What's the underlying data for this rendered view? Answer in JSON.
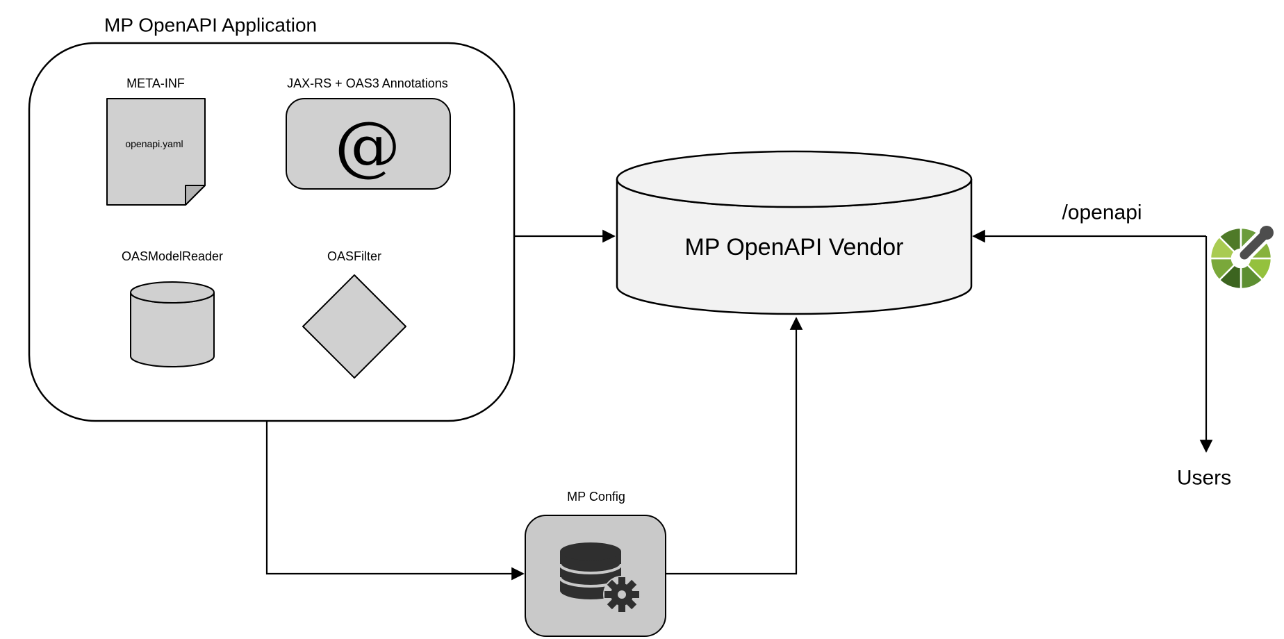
{
  "app": {
    "title": "MP OpenAPI Application",
    "meta_inf": {
      "label": "META-INF",
      "file_name": "openapi.yaml",
      "icon": "document-dog-ear"
    },
    "annotations": {
      "label": "JAX-RS + OAS3 Annotations",
      "symbol": "@",
      "icon": "at-symbol-badge"
    },
    "model_reader": {
      "label": "OASModelReader",
      "icon": "cylinder"
    },
    "filter": {
      "label": "OASFilter",
      "icon": "diamond"
    }
  },
  "vendor": {
    "label": "MP OpenAPI Vendor",
    "icon": "database-cylinder"
  },
  "config": {
    "label": "MP Config",
    "icon": "database-gear"
  },
  "flow": {
    "endpoint_label": "/openapi",
    "users_label": "Users",
    "logo_icon": "openapi-pinwheel-logo"
  },
  "colors": {
    "stroke": "#000000",
    "shape_fill": "#d0d0d0",
    "shape_fill_dark": "#b3b3b3",
    "vendor_fill": "#f2f2f2",
    "config_fill": "#c9c9c9",
    "icon_dark": "#2f2f2f",
    "logo_handle": "#4d4d4d",
    "logo_greens": [
      "#94c13d",
      "#5d8f31",
      "#3c641f",
      "#7aa83a",
      "#a9cb52",
      "#4f7a28",
      "#6b9c3a",
      "#87b23c"
    ]
  }
}
